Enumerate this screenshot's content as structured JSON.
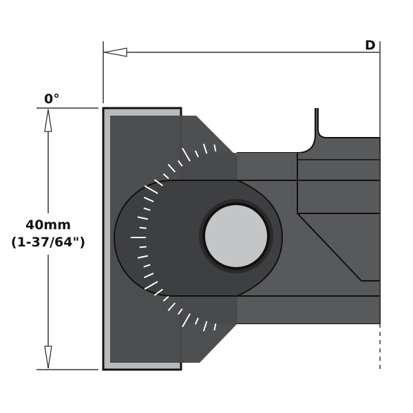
{
  "labels": {
    "dimension_d": "D",
    "angle": "0°",
    "height_mm": "40mm",
    "height_in": "(1-37/64\")"
  },
  "colors": {
    "insert_dark": "#48494b",
    "insert_light": "#b9babc",
    "body": "#58595b",
    "screw": "#c4c5c7",
    "line": "#222222"
  }
}
